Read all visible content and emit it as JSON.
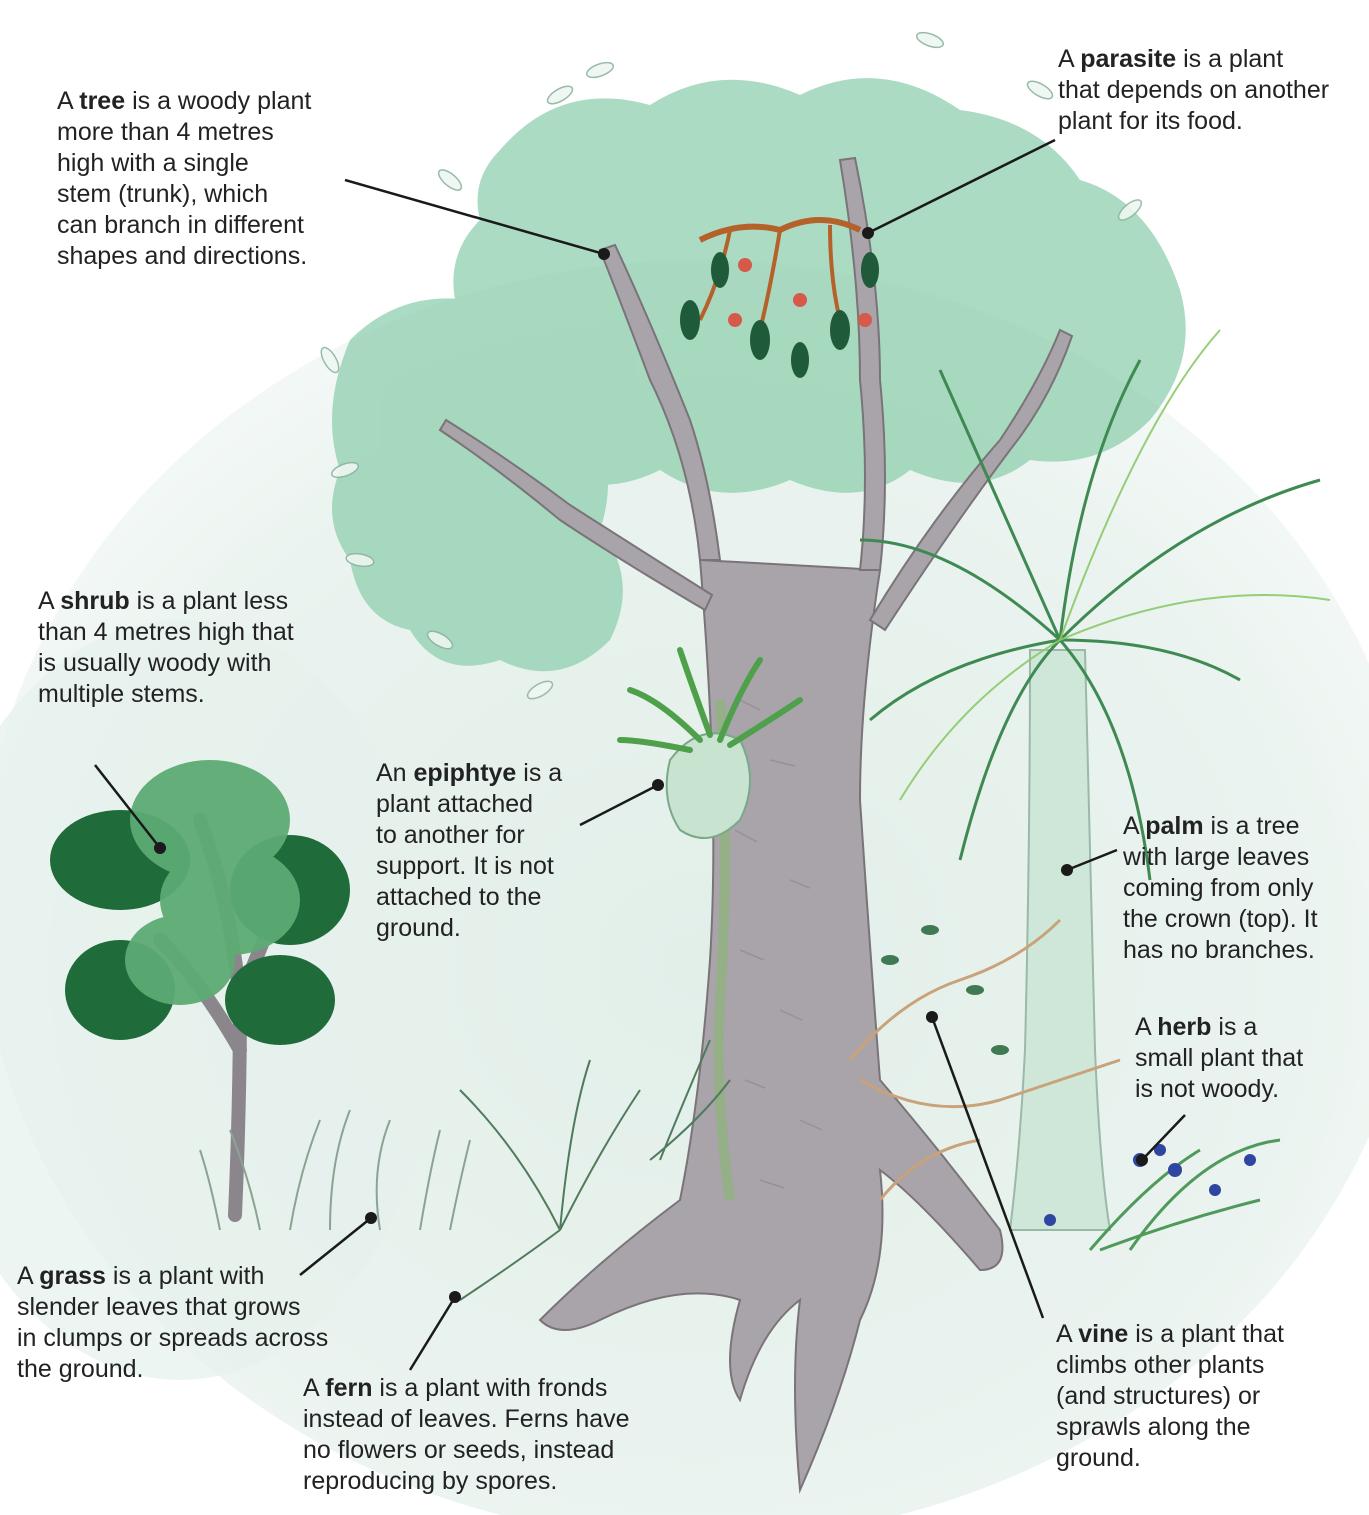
{
  "labels": {
    "tree": {
      "lead": "A ",
      "term": "tree",
      "rest": " is a woody plant",
      "lines": [
        "more than 4 metres",
        "high with a single",
        "stem (trunk), which",
        "can branch in different",
        "shapes and directions."
      ]
    },
    "parasite": {
      "lead": "A ",
      "term": "parasite",
      "rest": " is a plant",
      "lines": [
        "that depends on another",
        "plant for its food."
      ]
    },
    "shrub": {
      "lead": "A ",
      "term": "shrub",
      "rest": " is a plant less",
      "lines": [
        "than 4 metres high that",
        "is usually woody with",
        "multiple stems."
      ]
    },
    "epiphyte": {
      "lead": "An ",
      "term": "epiphtye",
      "rest": " is a",
      "lines": [
        "plant attached",
        "to another for",
        "support. It is not",
        "attached to the",
        "ground."
      ]
    },
    "palm": {
      "lead": "A ",
      "term": "palm",
      "rest": " is a tree",
      "lines": [
        "with large leaves",
        "coming from only",
        "the crown (top). It",
        "has no branches."
      ]
    },
    "herb": {
      "lead": "A ",
      "term": "herb",
      "rest": " is a",
      "lines": [
        "small plant that",
        "is not woody."
      ]
    },
    "grass": {
      "lead": "A ",
      "term": "grass",
      "rest": " is a plant with",
      "lines": [
        "slender leaves that grows",
        "in clumps or spreads across",
        "the ground."
      ]
    },
    "fern": {
      "lead": "A ",
      "term": "fern",
      "rest": " is a plant with fronds",
      "lines": [
        "instead of leaves. Ferns have",
        "no flowers or seeds, instead",
        "reproducing by spores."
      ]
    },
    "vine": {
      "lead": "A ",
      "term": "vine",
      "rest": " is a plant that",
      "lines": [
        "climbs other plants",
        "(and structures) or",
        "sprawls along the",
        "ground."
      ]
    }
  },
  "colors": {
    "canopy": "#8fcfae",
    "trunk": "#a9a3aa",
    "trunk_dark": "#7a7479",
    "shrub_dark": "#1f6b3a",
    "shrub_light": "#5dab73",
    "palm_leaf": "#3f8a52",
    "palm_leaf_light": "#8cc96a",
    "palm_trunk": "#cfe7d9",
    "berry": "#2e46a0",
    "vine": "#c9a27a",
    "leader": "#1a1a1a"
  }
}
